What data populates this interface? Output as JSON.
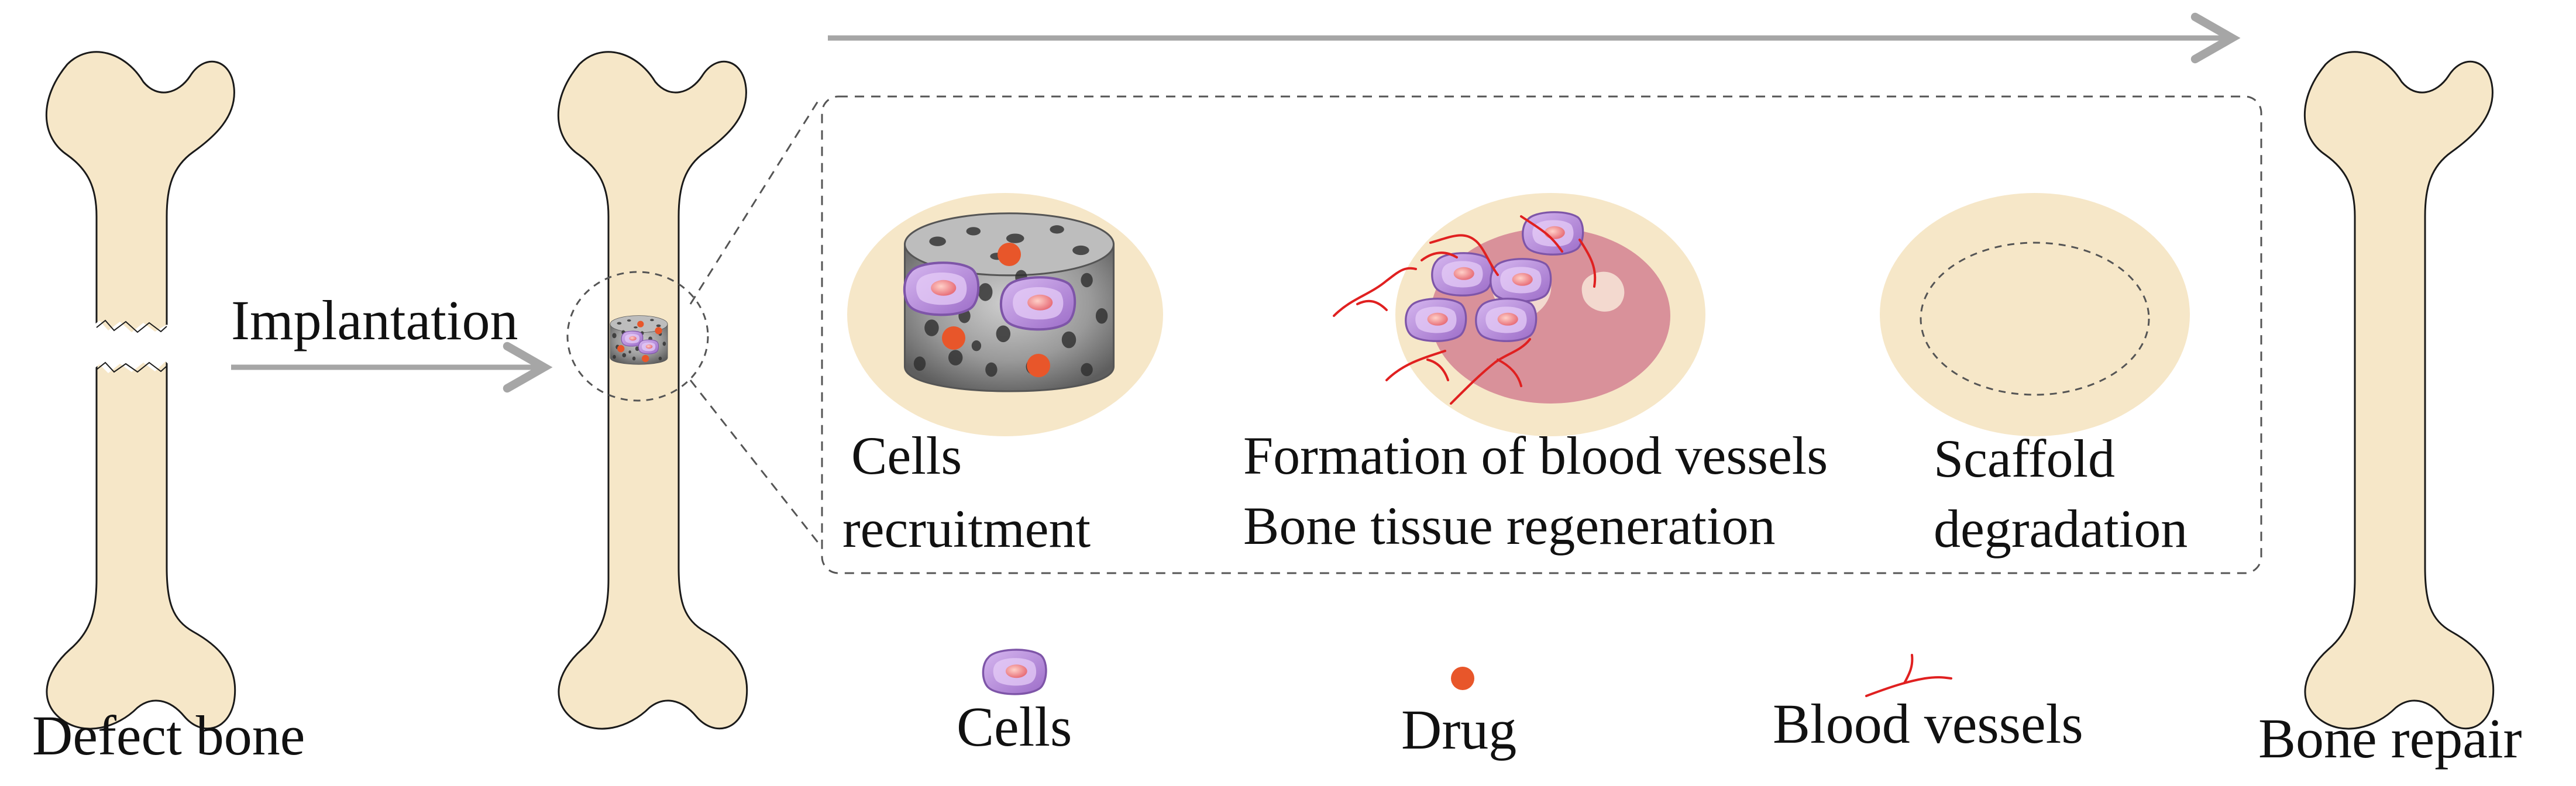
{
  "labels": {
    "defect_bone": "Defect bone",
    "implantation": "Implantation",
    "cells_recruitment_line1": "Cells",
    "cells_recruitment_line2": "recruitment",
    "vessels_line1": "Formation of blood vessels",
    "vessels_line2": "Bone tissue regeneration",
    "scaffold_line1": "Scaffold",
    "scaffold_line2": "degradation",
    "bone_repair": "Bone repair"
  },
  "legend": {
    "cells": "Cells",
    "drug": "Drug",
    "blood_vessels": "Blood vessels"
  },
  "colors": {
    "bone_fill": "#F6E7C8",
    "bone_stroke": "#1A1A1A",
    "arrow": "#A6A6A6",
    "scaffold_gray": "#8C8C8C",
    "cell_purple": "#B58AD8",
    "cell_nucleus": "#F29A9A",
    "drug_orange": "#E8562A",
    "vessel_red": "#E02020",
    "tissue_pink": "#D9919A",
    "dashed": "#555555"
  }
}
